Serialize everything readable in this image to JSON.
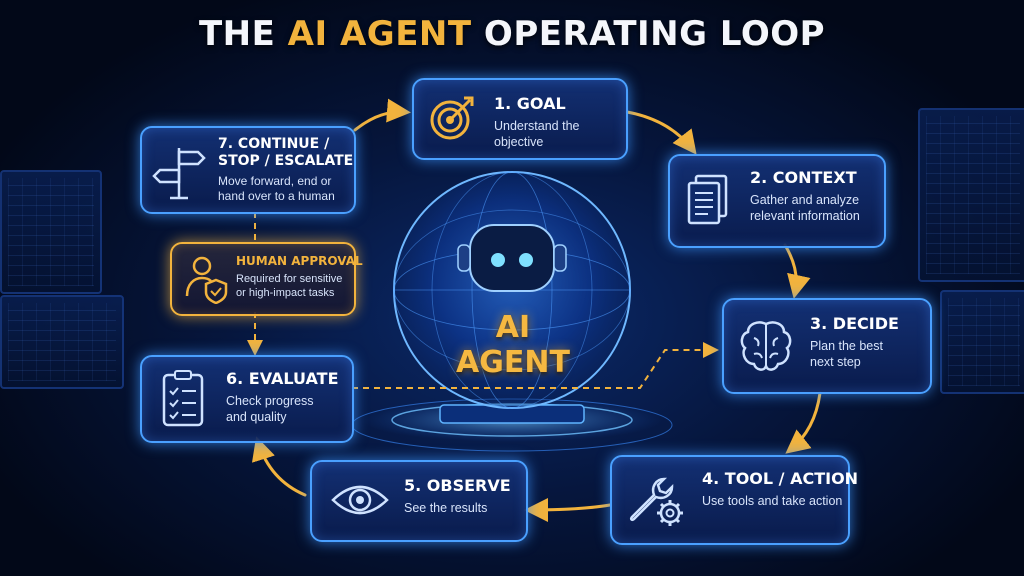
{
  "title": {
    "prefix": "THE ",
    "highlight": "AI AGENT",
    "suffix": " OPERATING LOOP"
  },
  "center": {
    "label": "AI AGENT"
  },
  "steps": [
    {
      "title": "1. GOAL",
      "desc": "Understand the objective",
      "icon": "target-icon"
    },
    {
      "title": "2. CONTEXT",
      "desc": "Gather and analyze relevant information",
      "icon": "document-icon"
    },
    {
      "title": "3. DECIDE",
      "desc": "Plan the best next step",
      "icon": "brain-icon"
    },
    {
      "title": "4. TOOL / ACTION",
      "desc": "Use tools and take action",
      "icon": "wrench-gear-icon"
    },
    {
      "title": "5. OBSERVE",
      "desc": "See the results",
      "icon": "eye-icon"
    },
    {
      "title": "6. EVALUATE",
      "desc": "Check progress and quality",
      "icon": "clipboard-checklist-icon"
    },
    {
      "title": "7. CONTINUE / STOP / ESCALATE",
      "title_line1": "7. CONTINUE /",
      "title_line2": "STOP / ESCALATE",
      "desc": "Move forward, end or hand over to a human",
      "icon": "signpost-icon"
    }
  ],
  "human_approval": {
    "title": "HUMAN APPROVAL",
    "desc": "Required for sensitive or high-impact tasks",
    "icon": "user-shield-icon"
  },
  "colors": {
    "accent_gold": "#f2b33d",
    "card_border": "#4aa0ff",
    "background": "#06163d"
  }
}
